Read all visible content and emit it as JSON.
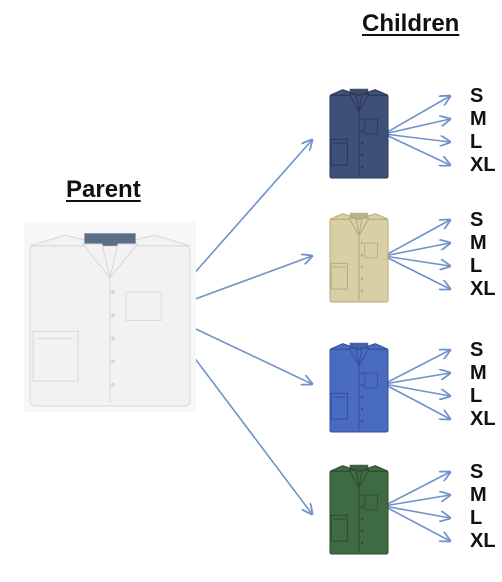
{
  "parent": {
    "label": "Parent",
    "shirt": {
      "color": "#f2f2f2",
      "shade": "#d7d7d7",
      "tie_band": "#5a6e86"
    }
  },
  "children": {
    "label": "Children",
    "items": [
      {
        "shirt_color": "#3e4f78",
        "shade": "#2b3757",
        "sizes": [
          "S",
          "M",
          "L",
          "XL"
        ]
      },
      {
        "shirt_color": "#d9cfa4",
        "shade": "#b5aa7e",
        "sizes": [
          "S",
          "M",
          "L",
          "XL"
        ]
      },
      {
        "shirt_color": "#4a6cc0",
        "shade": "#34509a",
        "sizes": [
          "S",
          "M",
          "L",
          "XL"
        ]
      },
      {
        "shirt_color": "#3e6b42",
        "shade": "#2b4d2e",
        "sizes": [
          "S",
          "M",
          "L",
          "XL"
        ]
      }
    ]
  },
  "colors": {
    "arrow": "#6f93c9"
  }
}
